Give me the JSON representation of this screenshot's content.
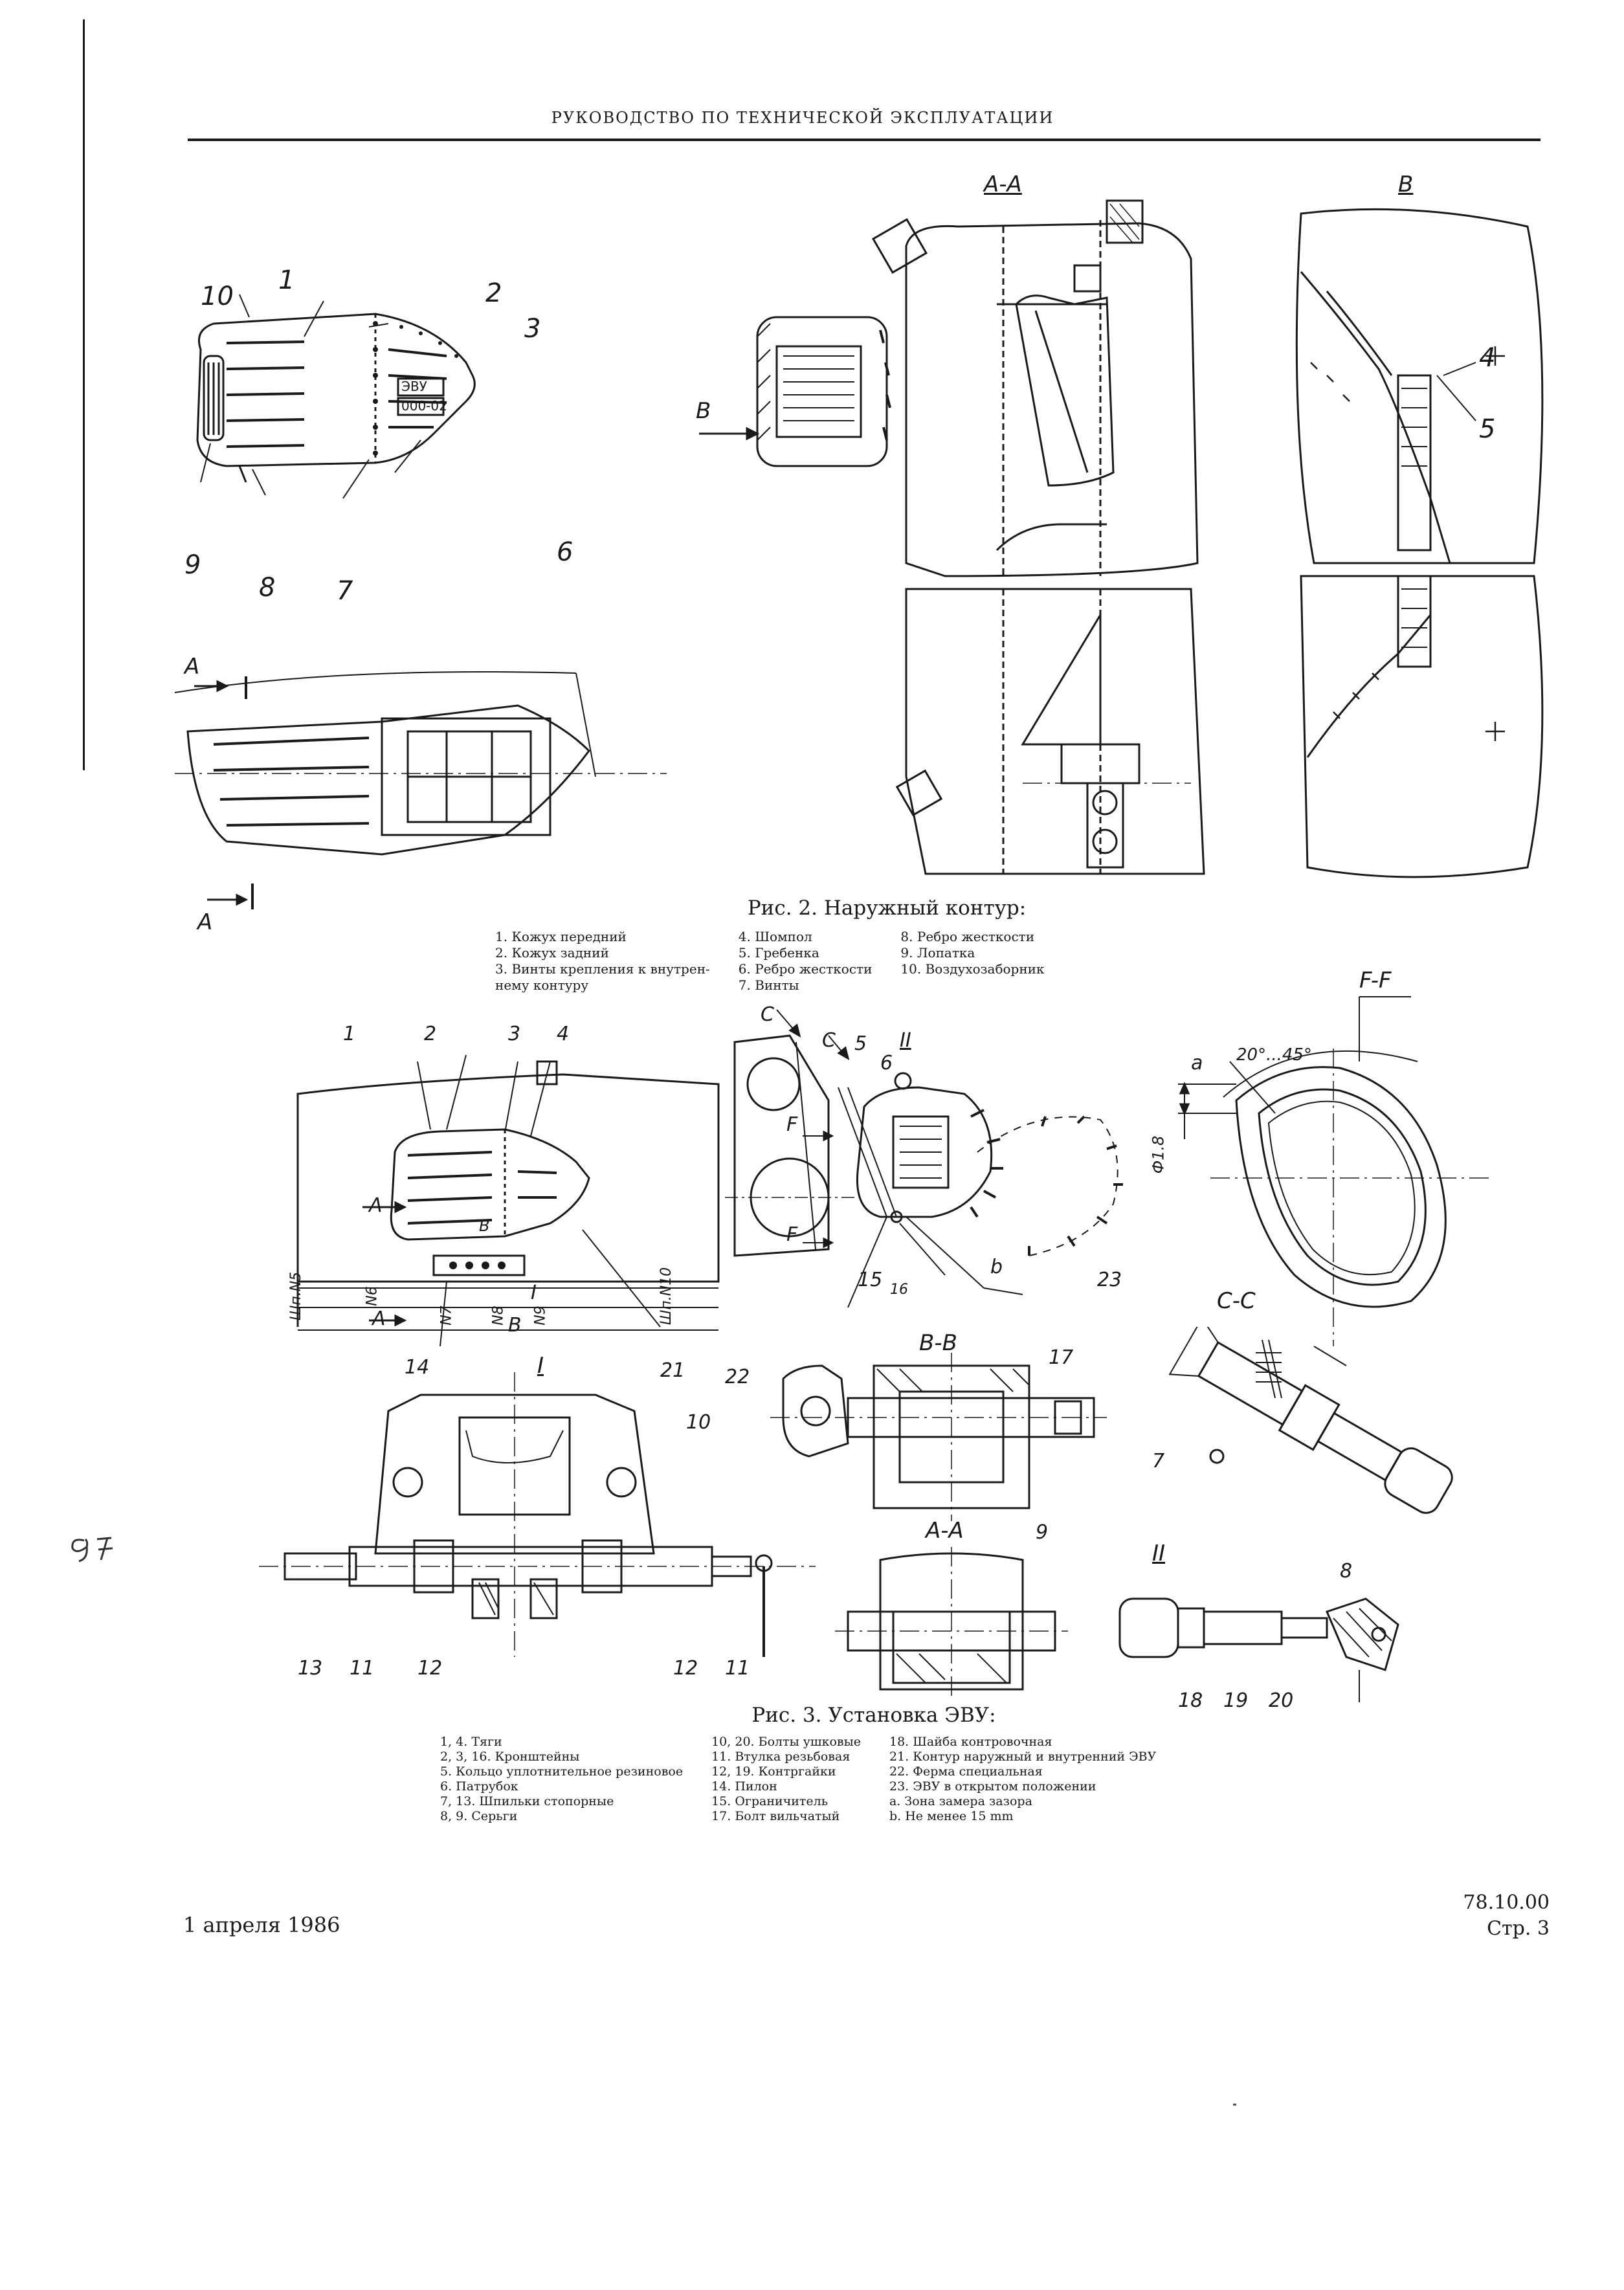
{
  "header": {
    "title": "РУКОВОДСТВО ПО ТЕХНИЧЕСКОЙ ЭКСПЛУАТАЦИИ"
  },
  "figure2": {
    "caption": "Рис. 2. Наружный контур:",
    "callouts": {
      "c1": "1",
      "c2": "2",
      "c3": "3",
      "c4": "4",
      "c5": "5",
      "c6": "6",
      "c7": "7",
      "c8": "8",
      "c9": "9",
      "c10": "10"
    },
    "plate_top": "ЭВУ",
    "plate_bottom": "000-02",
    "section_aa": "А-А",
    "section_v": "В",
    "arrow_a": "А",
    "arrow_v": "В",
    "legend": [
      [
        "1. Кожух передний",
        "2. Кожух задний",
        "3. Винты крепления к внутрен-",
        "нему контуру"
      ],
      [
        "4. Шомпол",
        "5. Гребенка",
        "6. Ребро жесткости",
        "7. Винты"
      ],
      [
        "8. Ребро жесткости",
        "9. Лопатка",
        "10. Воздухозаборник"
      ]
    ]
  },
  "figure3": {
    "caption": "Рис. 3. Установка ЭВУ:",
    "callouts": {
      "c1": "1",
      "c2": "2",
      "c3": "3",
      "c4": "4",
      "c5": "5",
      "c6": "6",
      "c7": "7",
      "c8": "8",
      "c9": "9",
      "c10": "10",
      "c11": "11",
      "c12": "12",
      "c13": "13",
      "c14": "14",
      "c15": "15",
      "c16": "16",
      "c17": "17",
      "c18": "18",
      "c19": "19",
      "c20": "20",
      "c21": "21",
      "c22": "22",
      "c23": "23",
      "ca": "a",
      "cb": "b"
    },
    "frames": {
      "f5": "Шп.N5",
      "f6": "N6",
      "f7": "N7",
      "f8": "N8",
      "f9": "N9",
      "f10": "Шп.N10"
    },
    "section_ff": "F-F",
    "section_cc": "C-C",
    "section_bb": "В-В",
    "section_aa": "А-А",
    "view_1": "I",
    "view_2": "II",
    "arrow_a": "А",
    "arrow_b": "В",
    "arrow_c": "С",
    "arrow_f": "F",
    "angle": "20°...45°",
    "dia": "Ф1.8",
    "legend": [
      [
        "1, 4. Тяги",
        "2, 3, 16. Кронштейны",
        "5. Кольцо уплотнительное резиновое",
        "6. Патрубок",
        "7, 13. Шпильки стопорные",
        "8, 9. Серьги"
      ],
      [
        "10, 20. Болты ушковые",
        "11. Втулка резьбовая",
        "12, 19. Контргайки",
        "14. Пилон",
        "15. Ограничитель",
        "17. Болт вильчатый"
      ],
      [
        "18. Шайба контровочная",
        "21. Контур наружный и внутренний ЭВУ",
        "22. Ферма специальная",
        "23. ЭВУ в открытом положении",
        "a. Зона замера зазора",
        "b. Не менее 15 mm"
      ]
    ]
  },
  "footer": {
    "date": "1 апреля 1986",
    "code": "78.10.00",
    "page": "Стр. 3"
  },
  "stamp": {
    "text": "97"
  }
}
